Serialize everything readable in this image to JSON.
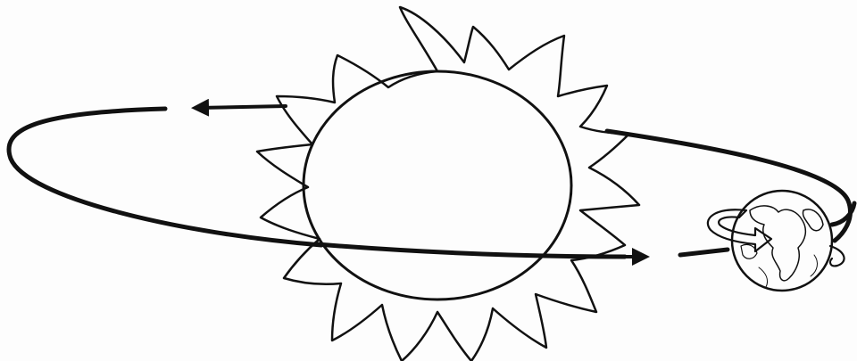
{
  "diagram": {
    "subject": "earth-orbit-around-sun",
    "objects": [
      {
        "name": "sun",
        "icon": "sun-icon"
      },
      {
        "name": "earth",
        "icon": "globe-icon"
      },
      {
        "name": "orbit",
        "icon": "ellipse-orbit"
      },
      {
        "name": "rotation-arrow",
        "icon": "curved-arrow-icon"
      }
    ],
    "orbit_direction": "counterclockwise",
    "colors": {
      "line": "#111111",
      "background": "#ffffff"
    }
  }
}
